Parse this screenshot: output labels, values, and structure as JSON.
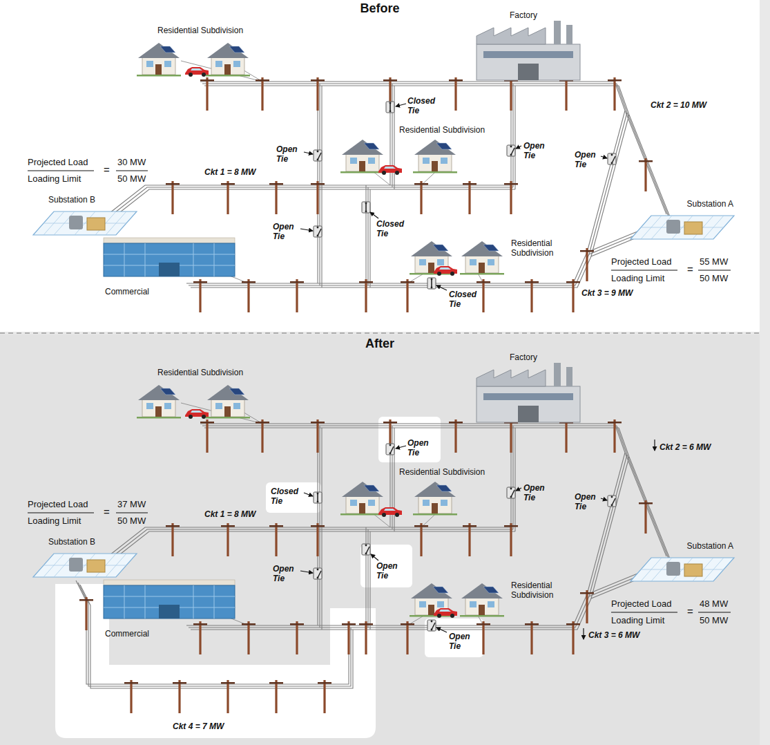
{
  "diagram": {
    "nodes": [
      {
        "text": [
          "Before"
        ]
      },
      {
        "text": [
          "Substation B"
        ],
        "in": 0
      },
      {
        "text": [
          "Substation A"
        ],
        "in": 0
      },
      {
        "text": [
          "After"
        ]
      },
      {
        "text": [
          "Substation B"
        ],
        "in": 3
      },
      {
        "text": [
          "Substation A"
        ],
        "in": 3
      }
    ],
    "labels": [
      "Residential Subdivision",
      "Factory",
      "Closed Tie",
      "Ckt 2 = 10 MW",
      "Open Tie",
      "Residential Subdivision",
      "Open Tie",
      "Projected Load",
      "=",
      "30 MW",
      "Loading Limit",
      "50 MW",
      "Ckt 1 = 8 MW",
      "Open Tie",
      "Closed Tie",
      "Residential Subdivision",
      "Open Tie",
      "Commercial",
      "Projected Load",
      "=",
      "55 MW",
      "Loading Limit",
      "50 MW",
      "Closed Tie",
      "Ckt 3 = 9 MW",
      "Residential Subdivision",
      "Factory",
      "Open Tie",
      "Ckt 2 = 6 MW",
      "Closed Tie",
      "Residential Subdivision",
      "Open Tie",
      "Projected Load",
      "=",
      "37 MW",
      "Loading Limit",
      "50 MW",
      "Ckt 1 = 8 MW",
      "Open Tie",
      "Open Tie",
      "Residential Subdivision",
      "Open Tie",
      "Commercial",
      "Projected Load",
      "=",
      "48 MW",
      "Loading Limit",
      "50 MW",
      "Ckt 3 = 6 MW",
      "Open Tie",
      "Ckt 4 = 7 MW"
    ]
  }
}
